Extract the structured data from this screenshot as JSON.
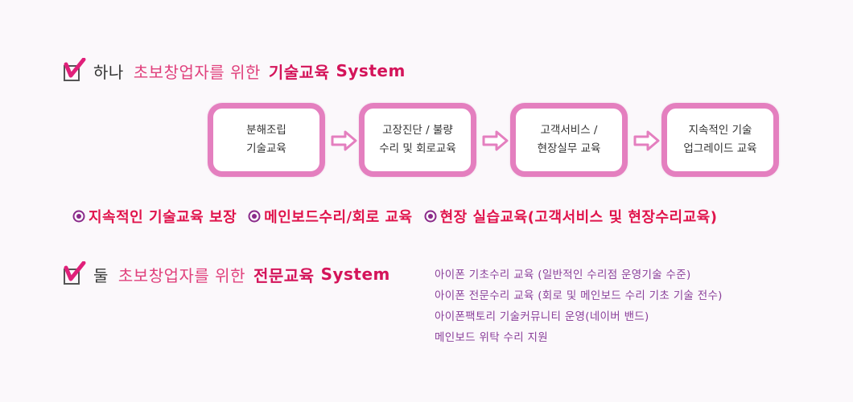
{
  "section1": {
    "ordinal": "하나",
    "subtitle": "초보창업자를 위한",
    "bold": "기술교육",
    "system": "System"
  },
  "flow": [
    {
      "line1": "분해조립",
      "line2": "기술교육"
    },
    {
      "line1": "고장진단 / 불량",
      "line2": "수리 및 회로교육"
    },
    {
      "line1": "고객서비스 /",
      "line2": "현장실무 교육"
    },
    {
      "line1": "지속적인 기술",
      "line2": "업그레이드 교육"
    }
  ],
  "benefits": [
    "지속적인 기술교육 보장",
    "메인보드수리/회로 교육",
    "현장 실습교육(고객서비스 및 현장수리교육)"
  ],
  "section2": {
    "ordinal": "둘",
    "subtitle": "초보창업자를 위한",
    "bold": "전문교육",
    "system": "System"
  },
  "pro_items": [
    "아이폰 기초수리 교육 (일반적인 수리점 운영기술 수준)",
    "아이폰 전문수리 교육 (회로 및 메인보드 수리 기초 기술 전수)",
    "아이폰팩토리 기술커뮤니티 운영(네이버 밴드)",
    "메인보드 위탁 수리 지원"
  ],
  "colors": {
    "accent": "#d4145a",
    "box_border": "#e47fbf",
    "benefit_text": "#e0144c",
    "list_text": "#8a3f9a"
  }
}
